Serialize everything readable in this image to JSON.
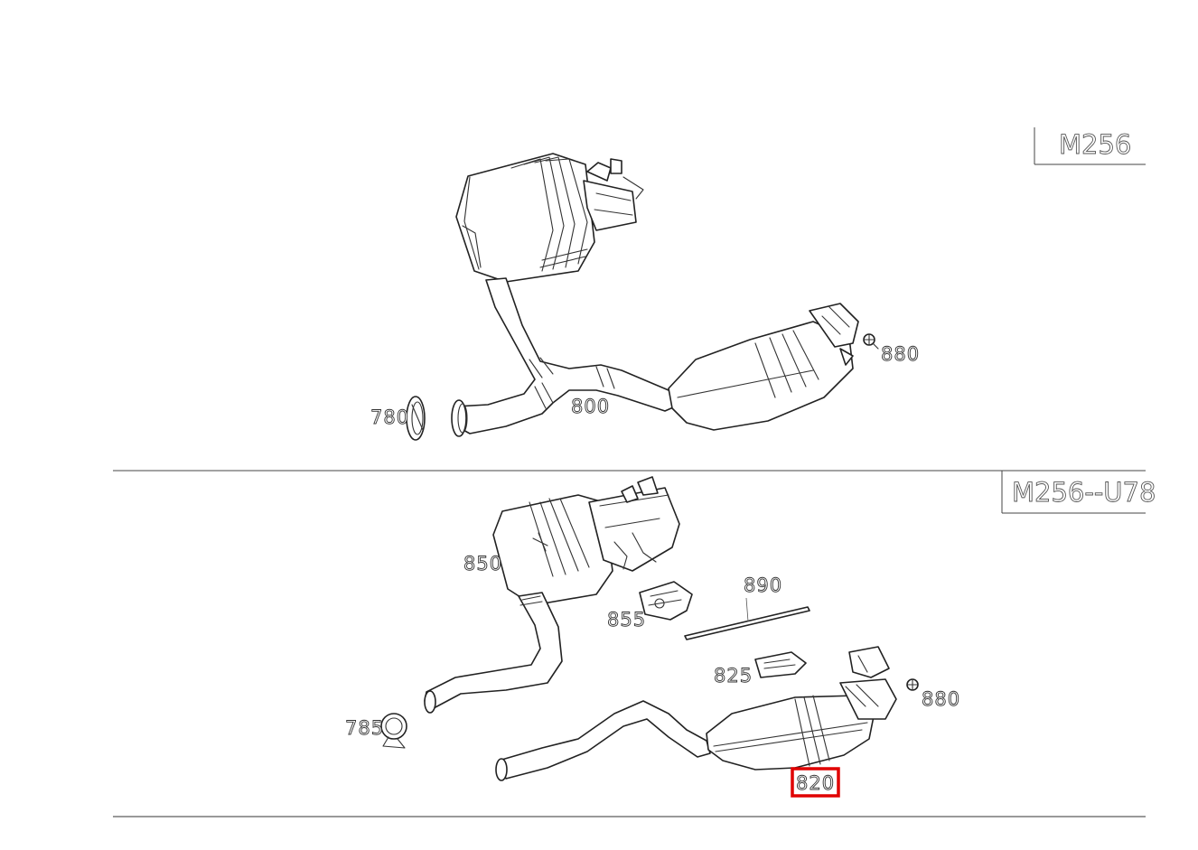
{
  "title": "",
  "variants": {
    "top": "M256",
    "bottom": "M256--U78"
  },
  "callouts_top": [
    "780",
    "800",
    "880"
  ],
  "callouts_bottom": [
    "785",
    "820",
    "825",
    "850",
    "855",
    "880",
    "890"
  ],
  "highlight": {
    "part": "820",
    "color": "#e00000"
  },
  "colors": {
    "line": "#222222",
    "background": "#ffffff"
  }
}
